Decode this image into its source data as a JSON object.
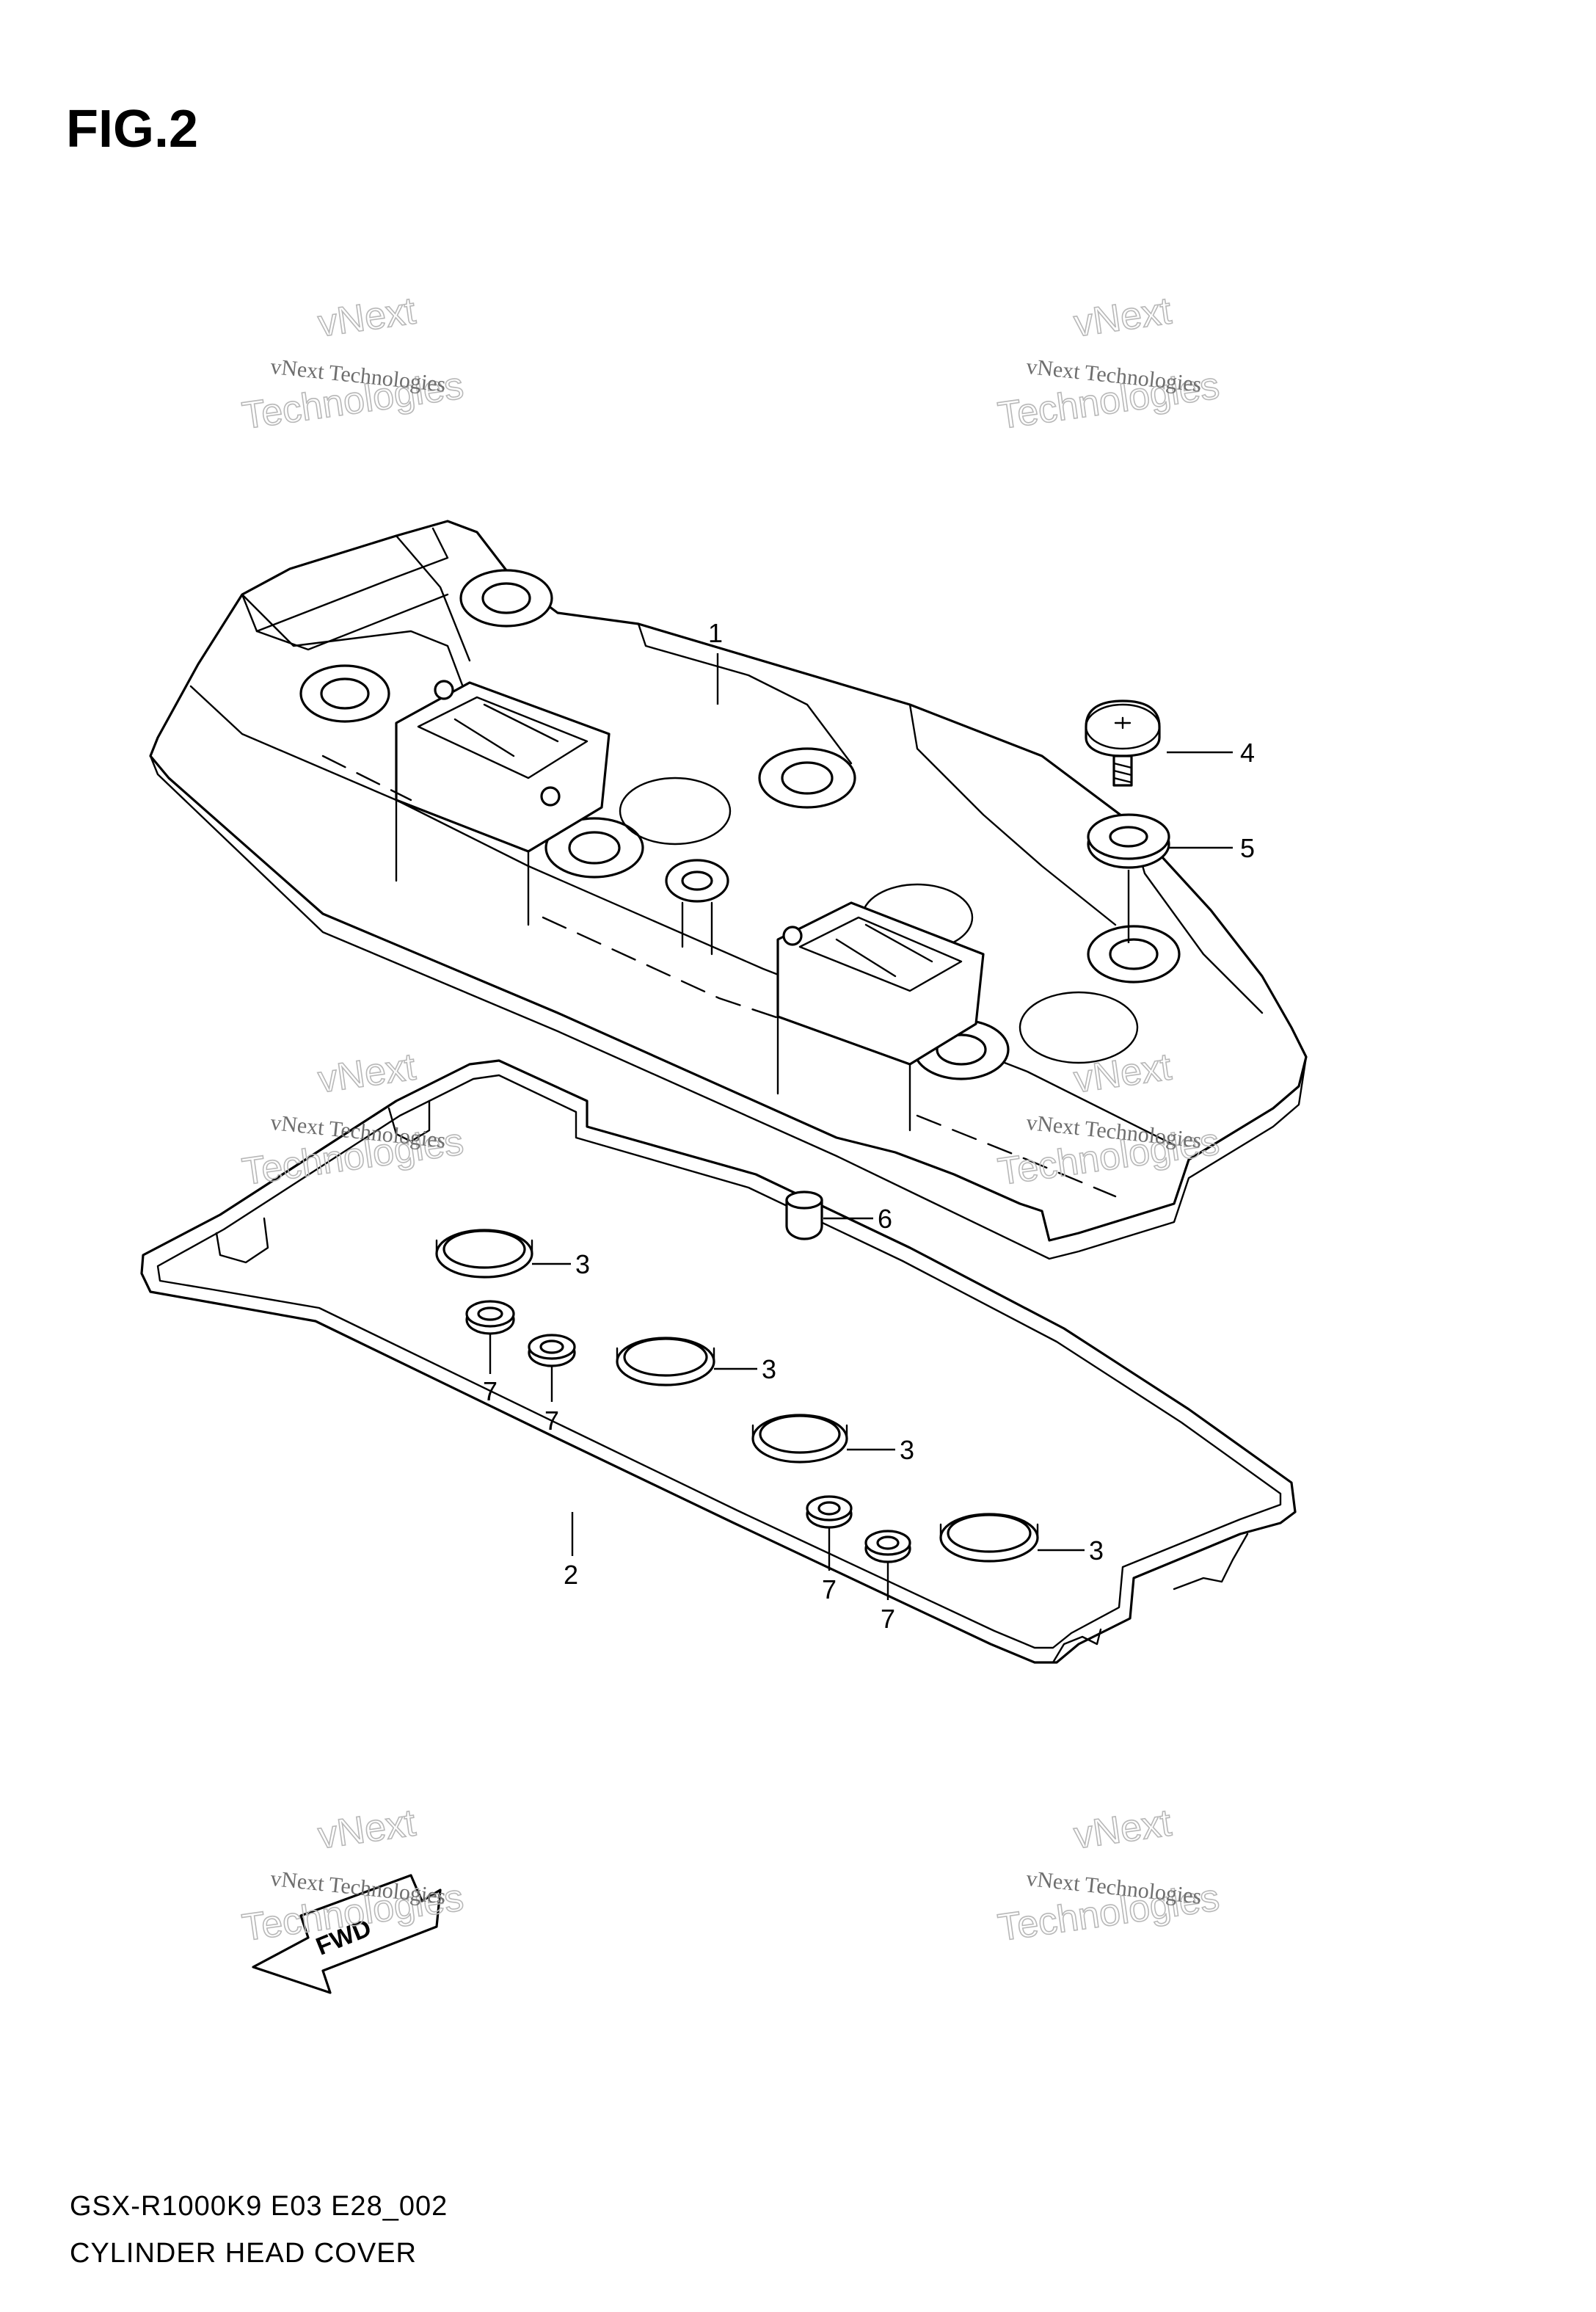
{
  "figure": {
    "label": "FIG.2",
    "drawing_code": "GSX-R1000K9 E03 E28_002",
    "caption": "CYLINDER HEAD COVER"
  },
  "callouts": [
    {
      "id": "c1",
      "number": "1"
    },
    {
      "id": "c2",
      "number": "2"
    },
    {
      "id": "c3a",
      "number": "3"
    },
    {
      "id": "c3b",
      "number": "3"
    },
    {
      "id": "c3c",
      "number": "3"
    },
    {
      "id": "c3d",
      "number": "3"
    },
    {
      "id": "c4",
      "number": "4"
    },
    {
      "id": "c5",
      "number": "5"
    },
    {
      "id": "c6",
      "number": "6"
    },
    {
      "id": "c7a",
      "number": "7"
    },
    {
      "id": "c7b",
      "number": "7"
    },
    {
      "id": "c7c",
      "number": "7"
    },
    {
      "id": "c7d",
      "number": "7"
    }
  ],
  "watermark": {
    "top_line": "vNext",
    "small_line": "vNext Technologies",
    "big_line": "Technologies"
  },
  "fwd_arrow": {
    "label": "FWD"
  }
}
